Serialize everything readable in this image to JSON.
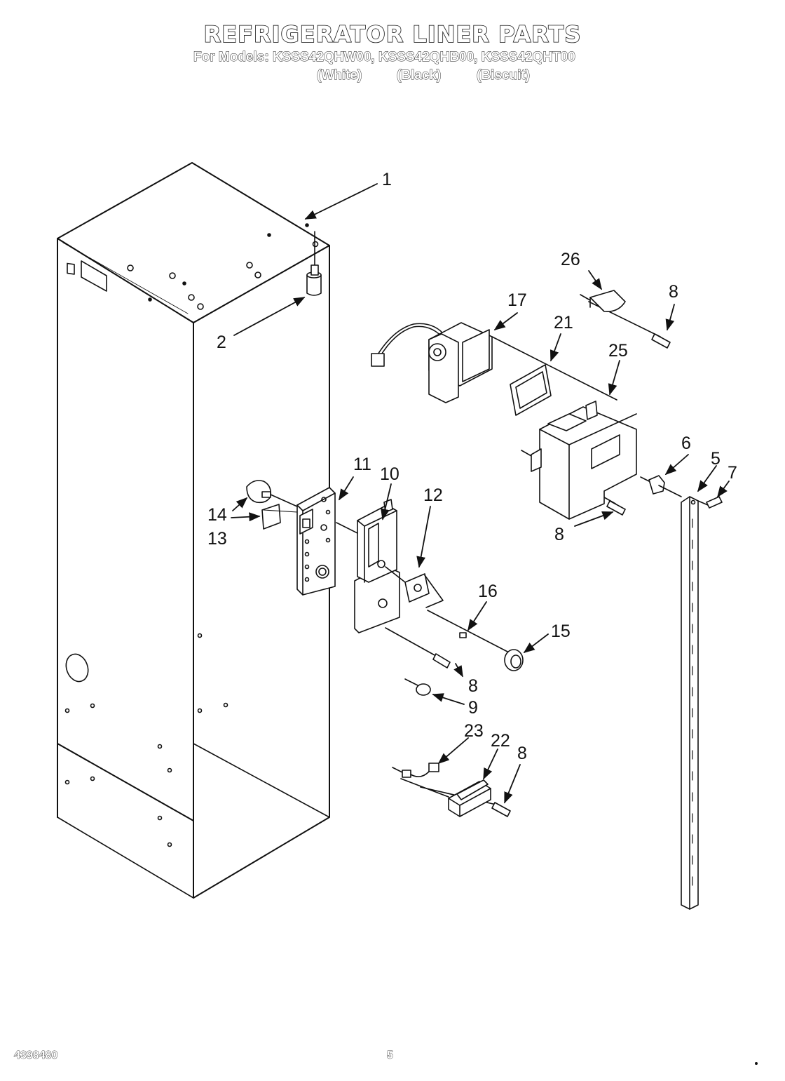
{
  "header": {
    "title": "REFRIGERATOR LINER PARTS",
    "models_line": "For Models: KSSS42QHW00, KSSS42QHB00, KSSS42QHT00",
    "color_white": "(White)",
    "color_black": "(Black)",
    "color_biscuit": "(Biscuit)"
  },
  "footer": {
    "part_number": "4398480",
    "page_number": "5"
  },
  "callouts": {
    "c1": "1",
    "c2": "2",
    "c5": "5",
    "c6": "6",
    "c7": "7",
    "c8a": "8",
    "c8b": "8",
    "c8c": "8",
    "c8d": "8",
    "c9": "9",
    "c10": "10",
    "c11": "11",
    "c12": "12",
    "c13": "13",
    "c14": "14",
    "c15": "15",
    "c16": "16",
    "c17": "17",
    "c21": "21",
    "c22": "22",
    "c23": "23",
    "c25": "25",
    "c26": "26"
  }
}
